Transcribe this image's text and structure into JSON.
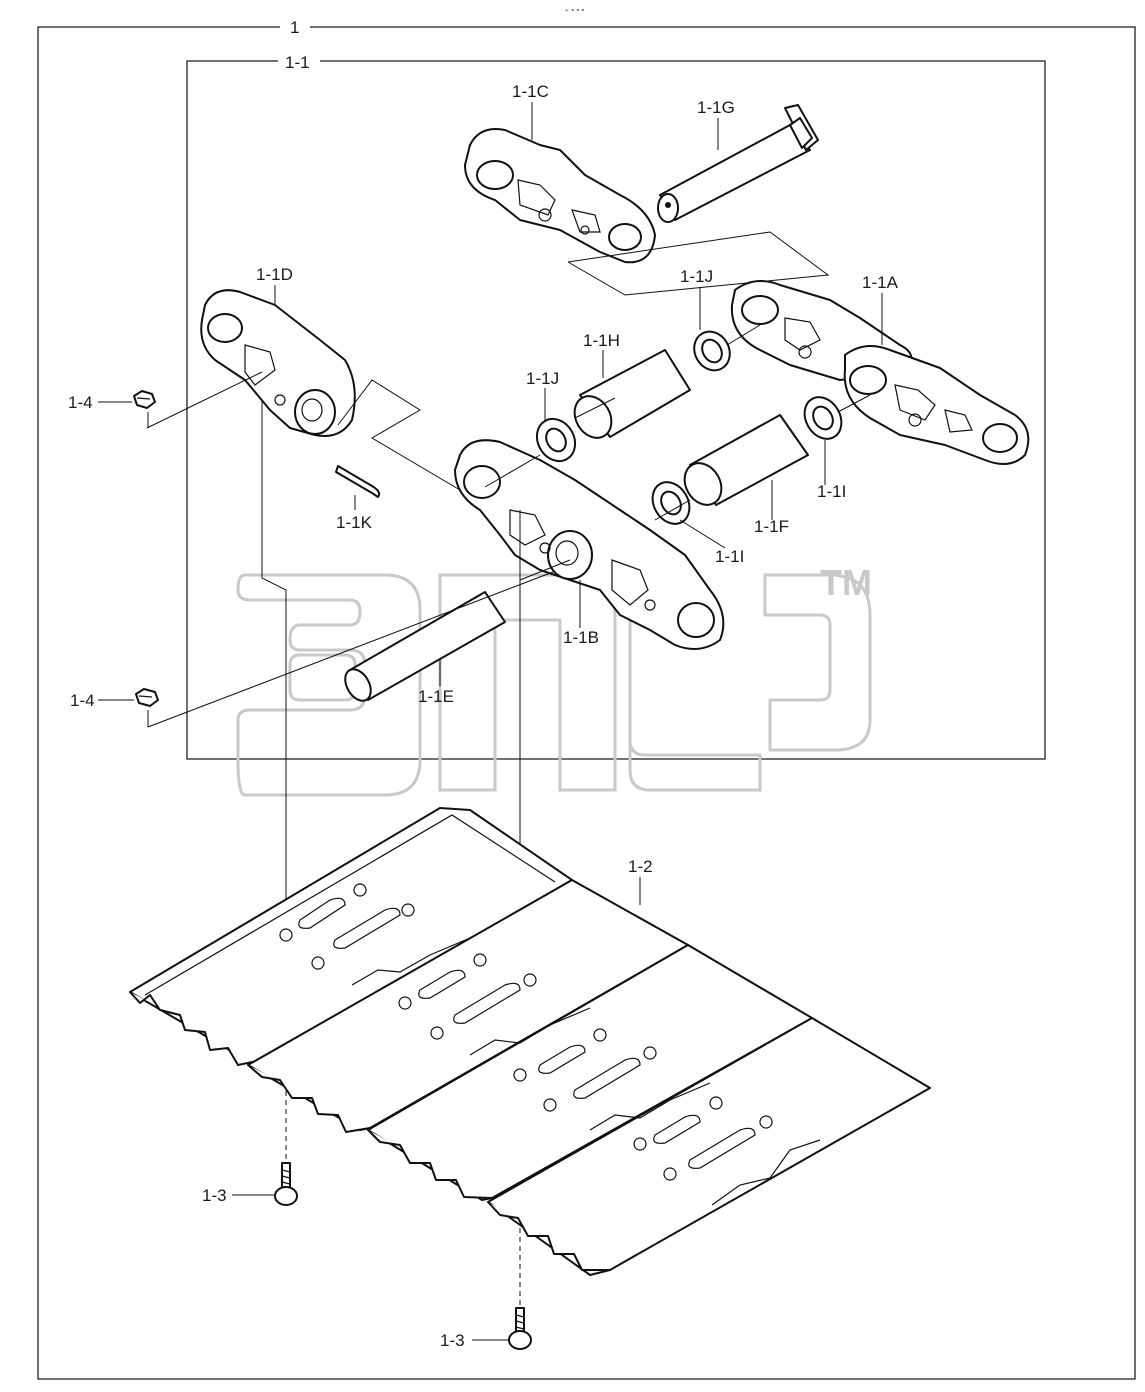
{
  "header_mark": "⌁ ⚬⚬⚬",
  "watermark": {
    "tm": "TM"
  },
  "labels": {
    "assembly": "1",
    "link_assembly": "1-1",
    "l_1_1A": "1-1A",
    "l_1_1B": "1-1B",
    "l_1_1C": "1-1C",
    "l_1_1D": "1-1D",
    "l_1_1E": "1-1E",
    "l_1_1F": "1-1F",
    "l_1_1G": "1-1G",
    "l_1_1H": "1-1H",
    "l_1_1I_a": "1-1I",
    "l_1_1I_b": "1-1I",
    "l_1_1J_a": "1-1J",
    "l_1_1J_b": "1-1J",
    "l_1_1K": "1-1K",
    "l_1_2": "1-2",
    "l_1_3_a": "1-3",
    "l_1_3_b": "1-3",
    "l_1_4_a": "1-4",
    "l_1_4_b": "1-4"
  }
}
